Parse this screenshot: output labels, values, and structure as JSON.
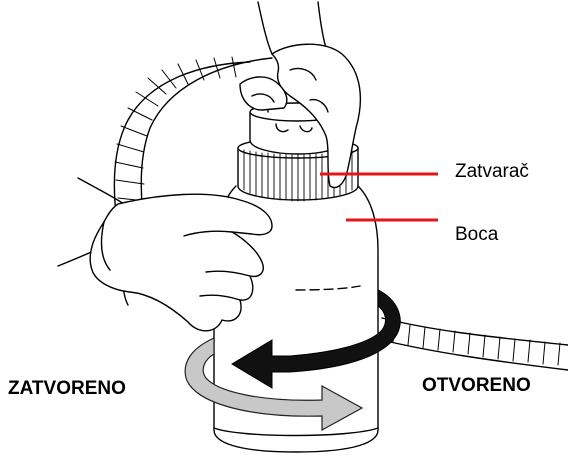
{
  "labels": {
    "cap": "Zatvarač",
    "bottle": "Boca",
    "closed": "ZATVORENO",
    "open": "OTVORENO"
  },
  "colors": {
    "callout_line": "#e3141b",
    "open_arrow": "#111111",
    "close_arrow": "#c8c8c8",
    "outline": "#000000"
  }
}
